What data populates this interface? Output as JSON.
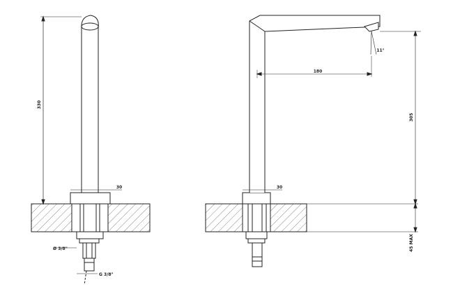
{
  "drawing": {
    "front_view": {
      "height_dim": "330",
      "spout_dia_dim": "30",
      "thread_dim": "Ø 3/8\"",
      "hose_dim": "G 3/8\""
    },
    "side_view": {
      "reach_dim": "180",
      "height_dim": "305",
      "spout_dia_dim": "30",
      "flow_angle_dim": "11°",
      "deck_max_dim": "45 MAX"
    }
  }
}
